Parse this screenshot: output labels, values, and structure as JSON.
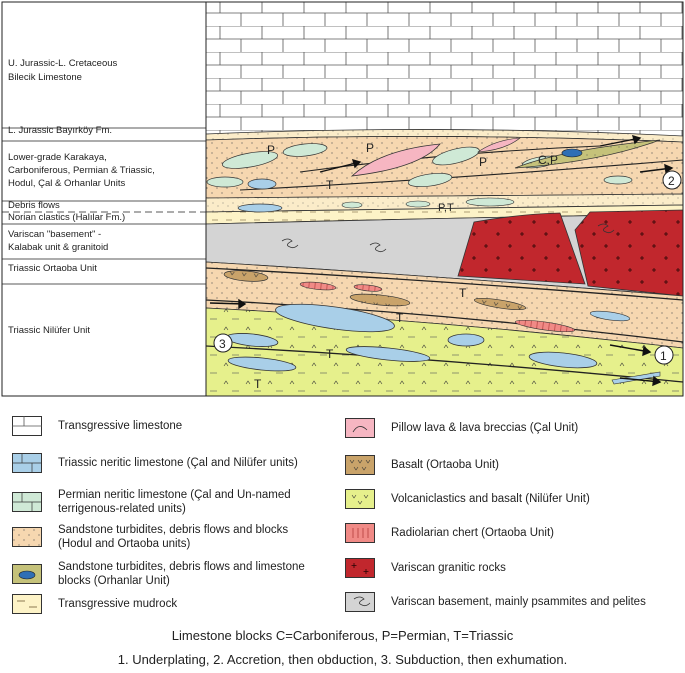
{
  "units": [
    {
      "name": "u-jurassic-l-cretaceous",
      "lines": [
        "U. Jurassic-L. Cretaceous",
        "Bilecik Limestone"
      ]
    },
    {
      "name": "l-jurassic-bayirkoy",
      "lines": [
        "L. Jurassic Bayırköy Fm."
      ]
    },
    {
      "name": "karakaya",
      "lines": [
        "Lower-grade Karakaya,",
        "Carboniferous, Permian & Triassic,",
        "Hodul, Çal & Orhanlar Units"
      ]
    },
    {
      "name": "debris-flows",
      "lines": [
        "Debris flows"
      ]
    },
    {
      "name": "norian-clastics",
      "lines": [
        "Norian clastics (Halılar Fm.)"
      ]
    },
    {
      "name": "variscan-basement",
      "lines": [
        "Variscan \"basement\" -",
        "Kalabak unit & granitoid"
      ]
    },
    {
      "name": "triassic-ortaoba",
      "lines": [
        "Triassic Ortaoba Unit"
      ]
    },
    {
      "name": "triassic-nilufer",
      "lines": [
        "Triassic Nilüfer Unit"
      ]
    }
  ],
  "section_labels": {
    "p1": "P",
    "p2": "P",
    "p3": "P",
    "cp": "C,P",
    "t1": "T",
    "pt": "P,T",
    "t2": "T",
    "t3": "T",
    "t4": "T",
    "t5": "T",
    "circle_1": "1",
    "circle_2": "2",
    "circle_3": "3"
  },
  "legend": {
    "left": [
      {
        "icon": "transgressive-limestone-swatch",
        "label": "Transgressive limestone"
      },
      {
        "icon": "triassic-neritic-limestone-swatch",
        "label": "Triassic neritic limestone (Çal and Nilüfer units)"
      },
      {
        "icon": "permian-neritic-limestone-swatch",
        "label": "Permian neritic limestone (Çal and Un-named\nterrigenous-related units)"
      },
      {
        "icon": "sandstone-turbidites-swatch",
        "label": "Sandstone turbidites, debris flows and blocks\n(Hodul and Ortaoba units)"
      },
      {
        "icon": "orhanlar-turbidites-swatch",
        "label": "Sandstone turbidites, debris flows and limestone\nblocks (Orhanlar Unit)"
      },
      {
        "icon": "transgressive-mudrock-swatch",
        "label": "Transgressive mudrock"
      }
    ],
    "right": [
      {
        "icon": "pillow-lava-swatch",
        "label": "Pillow lava & lava breccias (Çal Unit)"
      },
      {
        "icon": "basalt-swatch",
        "label": "Basalt (Ortaoba Unit)"
      },
      {
        "icon": "volcaniclastics-swatch",
        "label": "Volcaniclastics and basalt (Nilüfer Unit)"
      },
      {
        "icon": "radiolarian-chert-swatch",
        "label": "Radiolarian chert (Ortaoba Unit)"
      },
      {
        "icon": "variscan-granitic-swatch",
        "label": "Variscan granitic rocks"
      },
      {
        "icon": "variscan-basement-swatch",
        "label": "Variscan basement, mainly psammites and pelites"
      }
    ]
  },
  "notes": {
    "blocks": "Limestone blocks   C=Carboniferous, P=Permian, T=Triassic",
    "processes": "1. Underplating, 2. Accretion, then obduction, 3. Subduction, then exhumation."
  },
  "colors": {
    "sandstone": "#f6d7b0",
    "mudrock": "#fdf3c7",
    "basement": "#d4d4d4",
    "granite": "#c1272d",
    "volcaniclastic": "#e6f08c",
    "neritic_blue": "#a9cfe8",
    "permian_green": "#cfe9d6",
    "pillow": "#f6b6c2",
    "orhanlar": "#c5c27a",
    "chert": "#f08a86"
  }
}
